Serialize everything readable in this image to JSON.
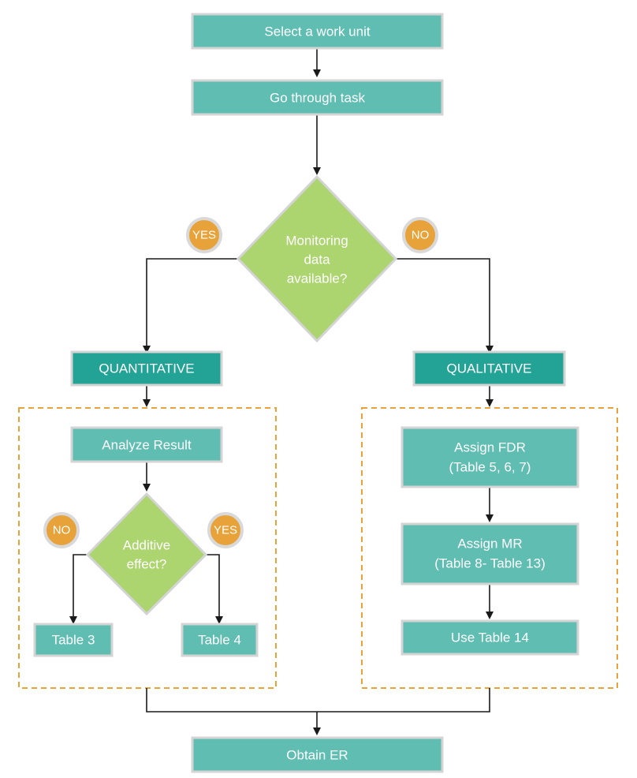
{
  "nodes": {
    "select_work_unit": "Select a work unit",
    "go_through_task": "Go through task",
    "monitoring_question": [
      "Monitoring",
      "data",
      "available?"
    ],
    "quantitative": "QUANTITATIVE",
    "qualitative": "QUALITATIVE",
    "analyze_result": "Analyze Result",
    "additive_question": [
      "Additive",
      "effect?"
    ],
    "table3": "Table 3",
    "table4": "Table 4",
    "assign_fdr": [
      "Assign FDR",
      "(Table 5, 6, 7)"
    ],
    "assign_mr": [
      "Assign MR",
      "(Table 8- Table 13)"
    ],
    "use_table14": "Use Table 14",
    "obtain_er": "Obtain ER"
  },
  "badges": {
    "top_yes": "YES",
    "top_no": "NO",
    "inner_no": "NO",
    "inner_yes": "YES"
  },
  "colors": {
    "process_fill": "#5fbdb2",
    "category_fill": "#23a396",
    "box_border": "#d4d4d4",
    "decision_fill": "#acd46f",
    "badge_fill": "#e8a23a",
    "badge_ring": "#d9d9d9",
    "group_border": "#e8a23a",
    "connector": "#1a1a1a"
  }
}
